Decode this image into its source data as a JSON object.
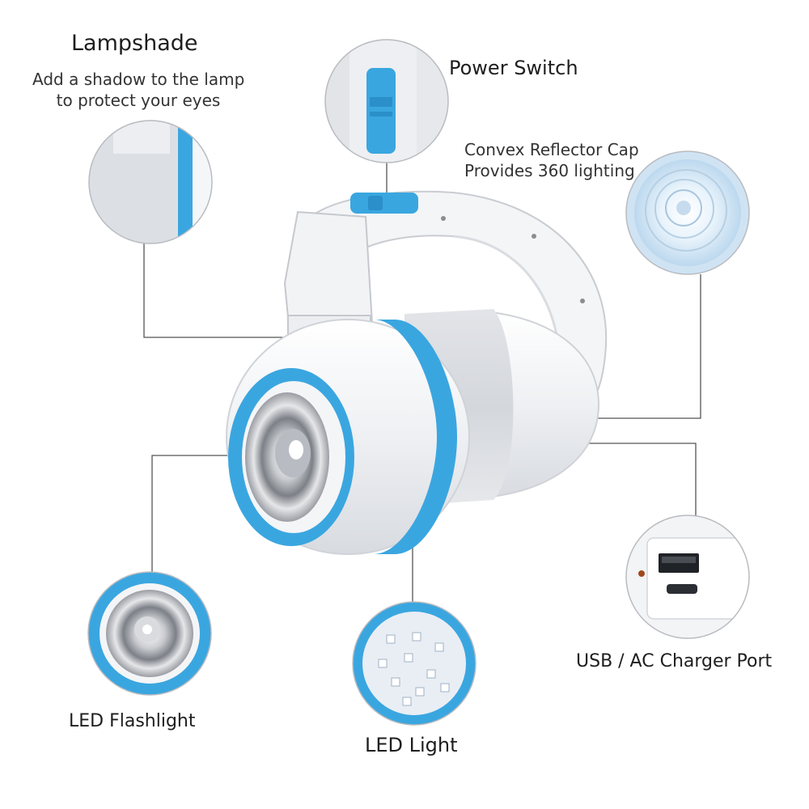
{
  "labels": {
    "lampshade_title": "Lampshade",
    "lampshade_desc_1": "Add a shadow to the lamp",
    "lampshade_desc_2": "to protect your eyes",
    "power_switch": "Power Switch",
    "reflector_1": "Convex Reflector Cap",
    "reflector_2": "Provides 360 lighting",
    "charger_port": "USB / AC Charger Port",
    "led_flashlight": "LED Flashlight",
    "led_light": "LED Light"
  },
  "colors": {
    "accent_blue": "#3aa6e0",
    "body_white": "#f3f4f6",
    "body_grey": "#dfe1e5",
    "leader_line": "#555555"
  },
  "icons": {
    "lampshade_detail": "lampshade-detail-icon",
    "power_switch_detail": "power-switch-detail-icon",
    "reflector_detail": "reflector-cap-detail-icon",
    "charger_detail": "charger-port-detail-icon",
    "flashlight_detail": "led-flashlight-detail-icon",
    "led_light_detail": "led-light-detail-icon"
  }
}
